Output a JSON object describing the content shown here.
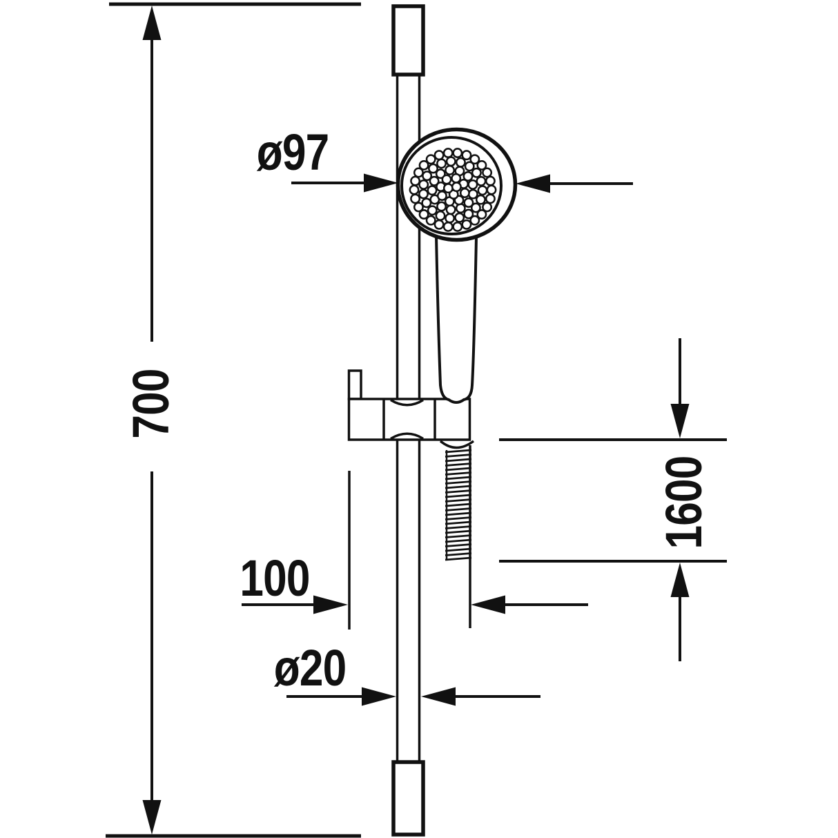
{
  "page": {
    "background": "#ffffff"
  },
  "drawing": {
    "description": "Technical dimension drawing of a hand shower set: slide bar with sliding holder, hand shower head and flexible hose",
    "line_color": "#111111",
    "labels": {
      "bar_length": "700",
      "head_diameter": "ø97",
      "hose_length": "1600",
      "holder_depth": "100",
      "bar_diameter": "ø20"
    }
  }
}
